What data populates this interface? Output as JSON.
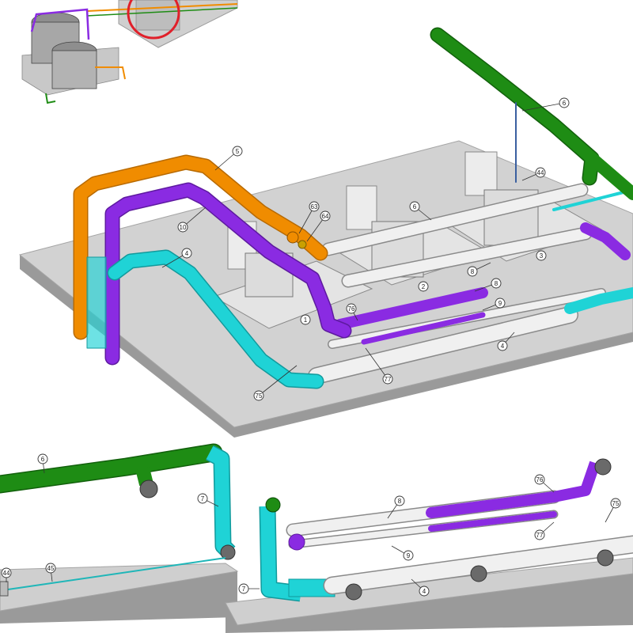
{
  "colors": {
    "background": "#ffffff",
    "floor_top": "#d2d2d2",
    "floor_side": "#9a9a9a",
    "orange_pipe": "#f08c00",
    "purple_pipe": "#8a2be2",
    "cyan_pipe": "#1fd3d6",
    "green_pipe": "#1e8c14",
    "white_pipe": "#f0f0f0",
    "equipment": "#e6e6e6",
    "highlight_circle": "#e0202a",
    "leader": "#333333"
  },
  "callouts": {
    "main_orange_5": "5",
    "main_purple_10": "10",
    "main_cyan_4": "4",
    "main_valve_63": "63",
    "main_valve_64": "64",
    "main_green_6": "6",
    "main_unit_44": "44",
    "main_white_6": "6",
    "main_pump_1": "1",
    "main_pump_2": "2",
    "main_pump_3": "3",
    "main_header_8a": "8",
    "main_header_8b": "8",
    "main_header_9": "9",
    "main_valve_76": "76",
    "main_valve_77": "77",
    "main_header_4": "4",
    "main_elbow_75": "75",
    "detail_left_6": "6",
    "detail_left_7": "7",
    "detail_left_44": "44",
    "detail_left_45": "45",
    "detail_right_8": "8",
    "detail_right_76": "76",
    "detail_right_77": "77",
    "detail_right_75": "75",
    "detail_right_9": "9",
    "detail_right_7": "7",
    "detail_right_4": "4"
  }
}
